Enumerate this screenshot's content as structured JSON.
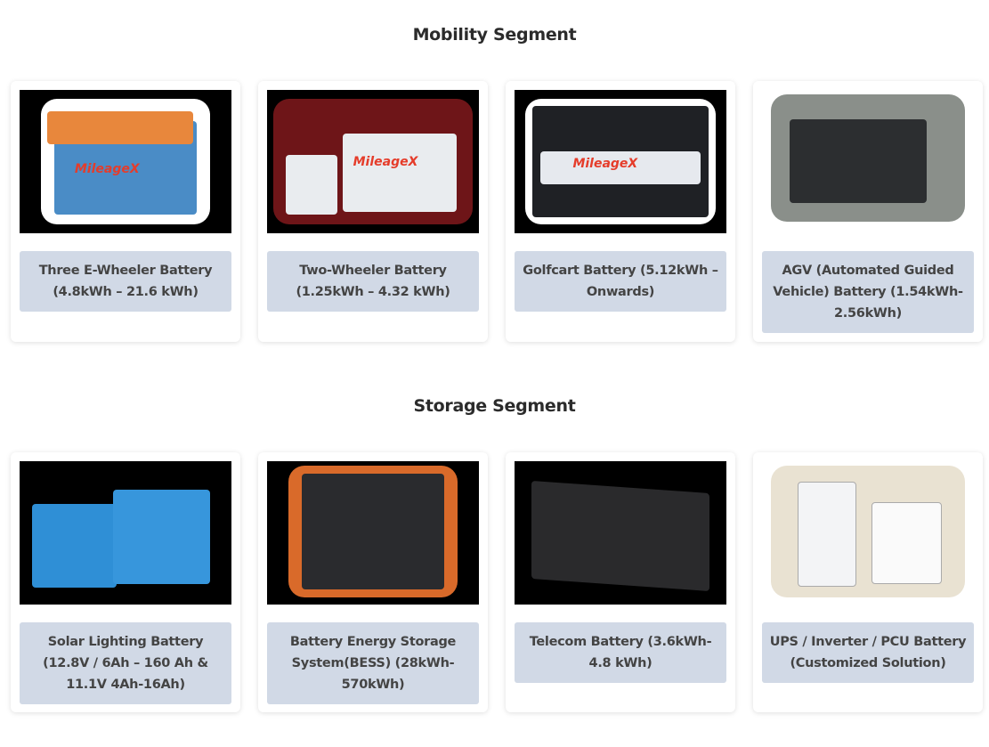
{
  "sections": [
    {
      "title": "Mobility Segment",
      "items": [
        {
          "label": "Three E-Wheeler Battery (4.8kWh – 21.6 kWh)",
          "image": "three-wheeler-battery-image",
          "brand": "MileageX"
        },
        {
          "label": "Two-Wheeler Battery (1.25kWh – 4.32 kWh)",
          "image": "two-wheeler-battery-image",
          "brand": "MileageX"
        },
        {
          "label": "Golfcart Battery (5.12kWh – Onwards)",
          "image": "golfcart-battery-image",
          "brand": "MileageX"
        },
        {
          "label": "AGV (Automated Guided Vehicle) Battery (1.54kWh- 2.56kWh)",
          "image": "agv-battery-image"
        }
      ]
    },
    {
      "title": "Storage Segment",
      "items": [
        {
          "label": "Solar Lighting Battery (12.8V / 6Ah – 160 Ah & 11.1V 4Ah-16Ah)",
          "image": "solar-lighting-battery-image"
        },
        {
          "label": "Battery Energy Storage System(BESS) (28kWh-570kWh)",
          "image": "bess-image"
        },
        {
          "label": "Telecom Battery (3.6kWh-4.8 kWh)",
          "image": "telecom-battery-image"
        },
        {
          "label": "UPS / Inverter / PCU Battery (Customized Solution)",
          "image": "ups-inverter-battery-image"
        }
      ]
    }
  ]
}
